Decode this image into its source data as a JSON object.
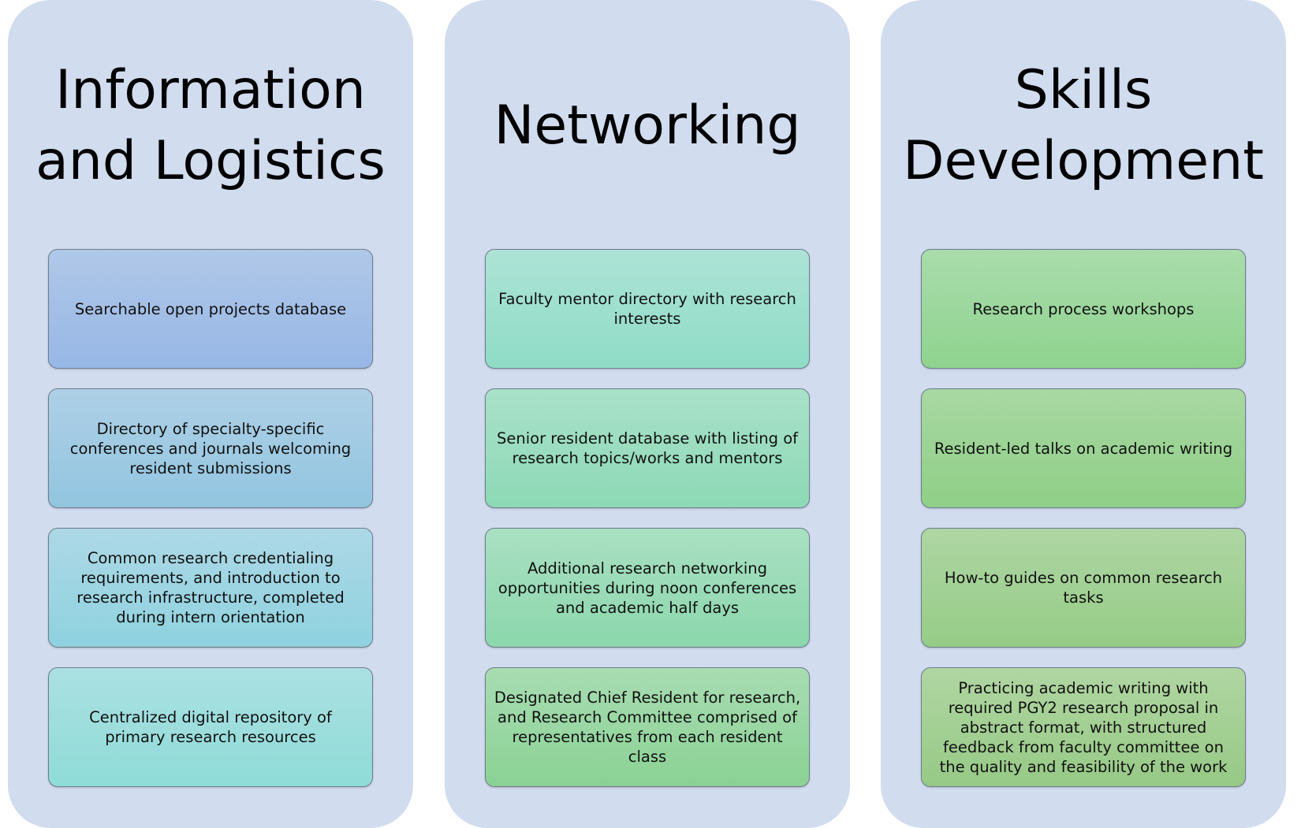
{
  "columns": [
    {
      "title_lines": [
        "Information",
        "and Logistics"
      ],
      "items": [
        "Searchable open projects database",
        "Directory of specialty-specific conferences and journals welcoming resident submissions",
        "Common research credentialing requirements, and introduction to research infrastructure, completed during intern orientation",
        "Centralized digital repository of primary research resources"
      ]
    },
    {
      "title_lines": [
        "Networking"
      ],
      "items": [
        "Faculty mentor directory with research interests",
        "Senior resident database with listing of research topics/works and mentors",
        "Additional research networking opportunities during noon conferences and academic half days",
        "Designated Chief Resident for research, and Research Committee comprised of representatives from each resident class"
      ]
    },
    {
      "title_lines": [
        "Skills",
        "Development"
      ],
      "items": [
        "Research process workshops",
        "Resident-led talks on academic writing",
        "How-to guides on common research tasks",
        "Practicing academic writing with required PGY2 research proposal in abstract format, with structured feedback from faculty committee on the quality and feasibility of the work"
      ]
    }
  ],
  "colors": {
    "column_background": "#d2dcef",
    "box_border": "#6d7d8c",
    "text": "#111111"
  }
}
